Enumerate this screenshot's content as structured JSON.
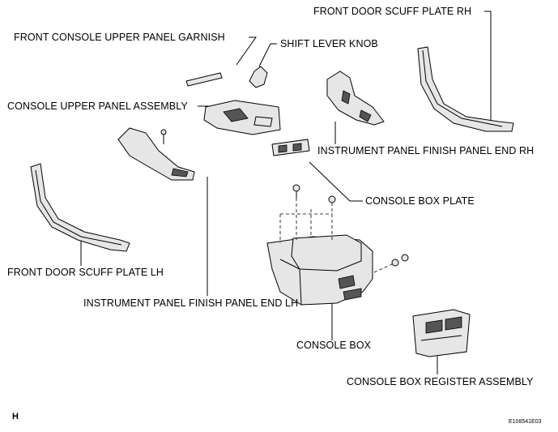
{
  "labels": {
    "front_door_scuff_plate_rh": "FRONT DOOR SCUFF PLATE RH",
    "front_console_upper_panel_garnish": "FRONT CONSOLE UPPER PANEL GARNISH",
    "shift_lever_knob": "SHIFT LEVER KNOB",
    "console_upper_panel_assembly": "CONSOLE UPPER PANEL ASSEMBLY",
    "instrument_panel_finish_panel_end_rh": "INSTRUMENT PANEL FINISH PANEL END RH",
    "console_box_plate": "CONSOLE BOX PLATE",
    "front_door_scuff_plate_lh": "FRONT DOOR SCUFF PLATE LH",
    "instrument_panel_finish_panel_end_lh": "INSTRUMENT PANEL FINISH PANEL END LH",
    "console_box": "CONSOLE BOX",
    "console_box_register_assembly": "CONSOLE BOX REGISTER ASSEMBLY"
  },
  "footer": {
    "section_letter": "H",
    "figure_id": "E108541E03"
  }
}
